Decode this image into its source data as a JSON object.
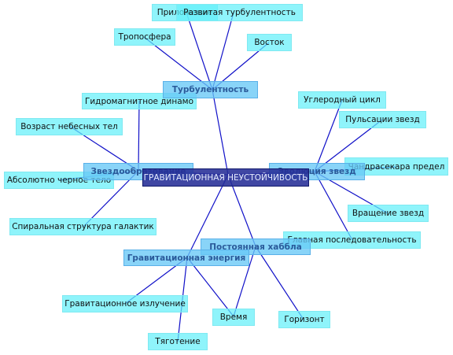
{
  "central": "ГРАВИТАЦИОННАЯ НЕУСТОЙЧИВОСТЬ",
  "hubs": {
    "turbulence": "Турбулентность",
    "star_formation": "Звездообразование",
    "star_evolution": "Эволюция звезд",
    "hubble": "Постоянная хаббла",
    "grav_energy": "Гравитационная энергия"
  },
  "leaves": {
    "prilozhenie": "Приложение",
    "turbulence_dev": "Развитая турбулентность",
    "troposphere": "Тропосфера",
    "east": "Восток",
    "hydromagnetic": "Гидромагнитное динамо",
    "sky_age": "Возраст небесных тел",
    "black_body": "Абсолютно черное тело",
    "spiral": "Спиральная структура галактик",
    "carbon": "Углеродный цикл",
    "pulsations": "Пульсации звезд",
    "chandrasekhar": "Чандрасекара предел",
    "rotation": "Вращение звезд",
    "main_sequence": "Главная последовательность",
    "grav_radiation": "Гравитационное излучение",
    "gravity": "Тяготение",
    "time": "Время",
    "horizon": "Горизонт"
  }
}
